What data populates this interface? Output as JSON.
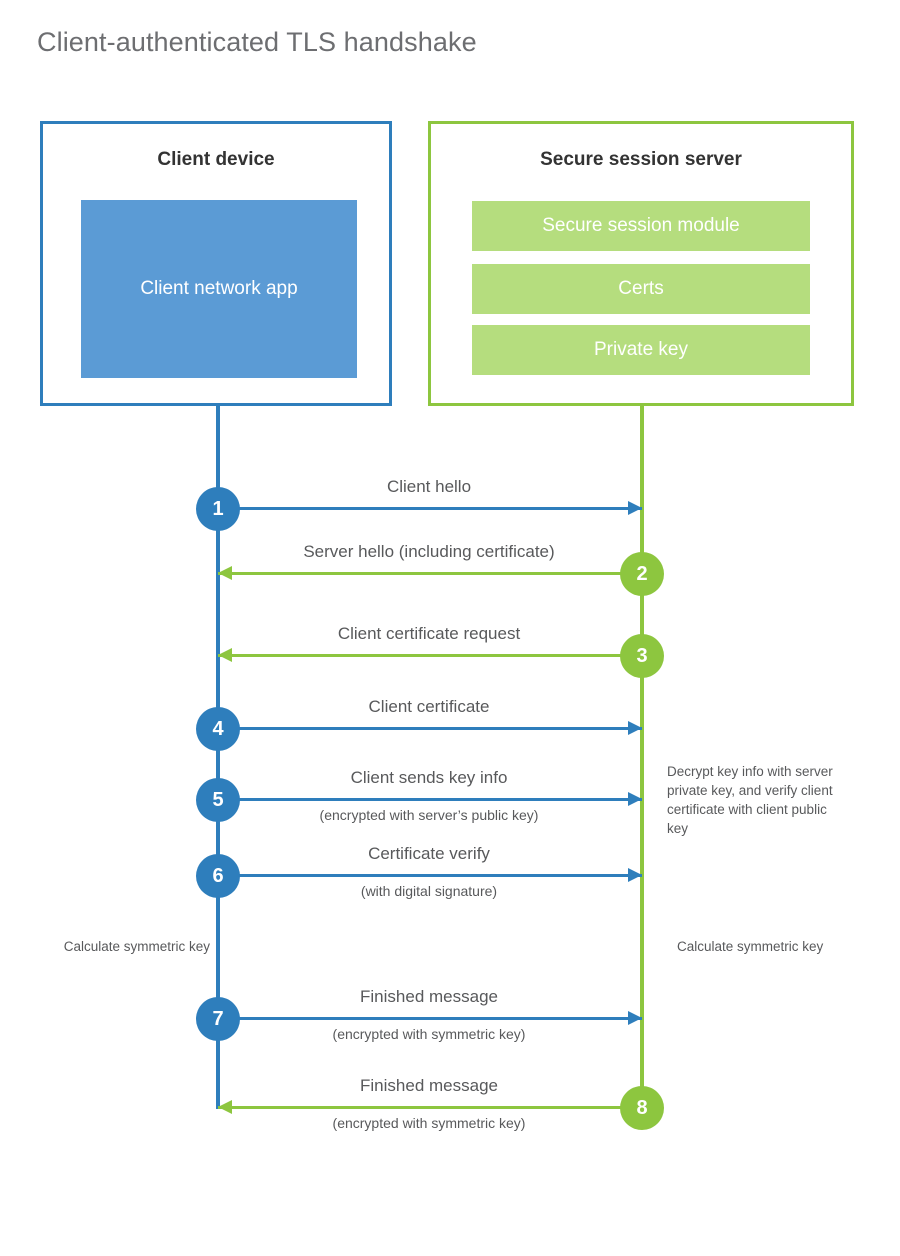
{
  "title": "Client-authenticated TLS handshake",
  "colors": {
    "client_blue_border": "#2E7EBC",
    "client_blue_fill": "#5B9BD5",
    "server_green_border": "#8DC63F",
    "server_green_fill": "#B5DD7E",
    "text_gray": "#58595b",
    "title_gray": "#6d6e71"
  },
  "client": {
    "title": "Client device",
    "app_label": "Client network app"
  },
  "server": {
    "title": "Secure session server",
    "blocks": [
      {
        "label": "Secure session module"
      },
      {
        "label": "Certs"
      },
      {
        "label": "Private key"
      }
    ]
  },
  "steps": [
    {
      "number": "1",
      "label": "Client hello",
      "sublabel": "",
      "direction": "client-to-server",
      "color": "blue"
    },
    {
      "number": "2",
      "label": "Server hello (including certificate)",
      "sublabel": "",
      "direction": "server-to-client",
      "color": "green"
    },
    {
      "number": "3",
      "label": "Client certificate request",
      "sublabel": "",
      "direction": "server-to-client",
      "color": "green"
    },
    {
      "number": "4",
      "label": "Client certificate",
      "sublabel": "",
      "direction": "client-to-server",
      "color": "blue"
    },
    {
      "number": "5",
      "label": "Client sends key info",
      "sublabel": "(encrypted with server’s public key)",
      "direction": "client-to-server",
      "color": "blue"
    },
    {
      "number": "6",
      "label": "Certificate verify",
      "sublabel": "(with digital signature)",
      "direction": "client-to-server",
      "color": "blue"
    },
    {
      "number": "7",
      "label": "Finished message",
      "sublabel": "(encrypted with symmetric key)",
      "direction": "client-to-server",
      "color": "blue"
    },
    {
      "number": "8",
      "label": "Finished message",
      "sublabel": "(encrypted with symmetric key)",
      "direction": "server-to-client",
      "color": "green"
    }
  ],
  "annotations": {
    "decrypt": "Decrypt key info with server private key, and verify client certificate with client public key",
    "client_symmetric_key": "Calculate symmetric key",
    "server_symmetric_key": "Calculate symmetric key"
  }
}
